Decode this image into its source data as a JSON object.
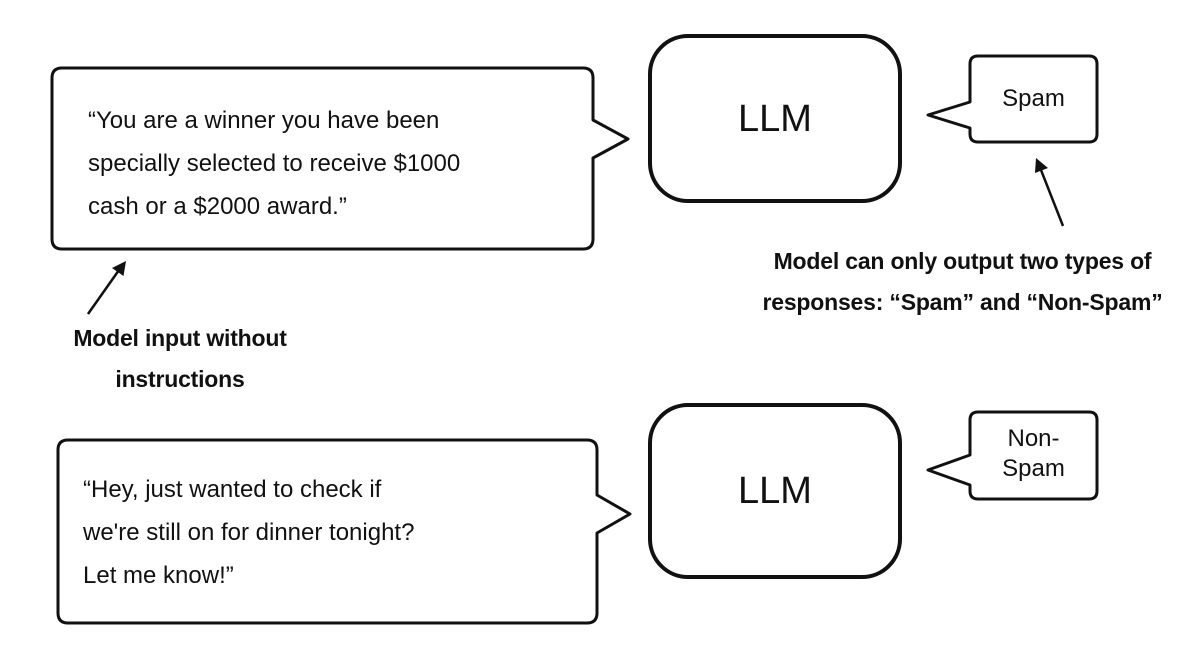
{
  "example1": {
    "input_lines": [
      "“You are a winner you have been",
      "specially selected to receive $1000",
      "cash or a $2000 award.”"
    ],
    "model_label": "LLM",
    "output_lines": [
      "Spam"
    ]
  },
  "example2": {
    "input_lines": [
      "“Hey, just wanted to check if",
      "we're still on for dinner tonight?",
      "Let me know!”"
    ],
    "model_label": "LLM",
    "output_lines": [
      "Non-",
      "Spam"
    ]
  },
  "annotations": {
    "input_note_lines": [
      "Model input without",
      "instructions"
    ],
    "output_note_lines": [
      "Model can only output two types of",
      "responses: “Spam” and “Non-Spam”"
    ]
  }
}
